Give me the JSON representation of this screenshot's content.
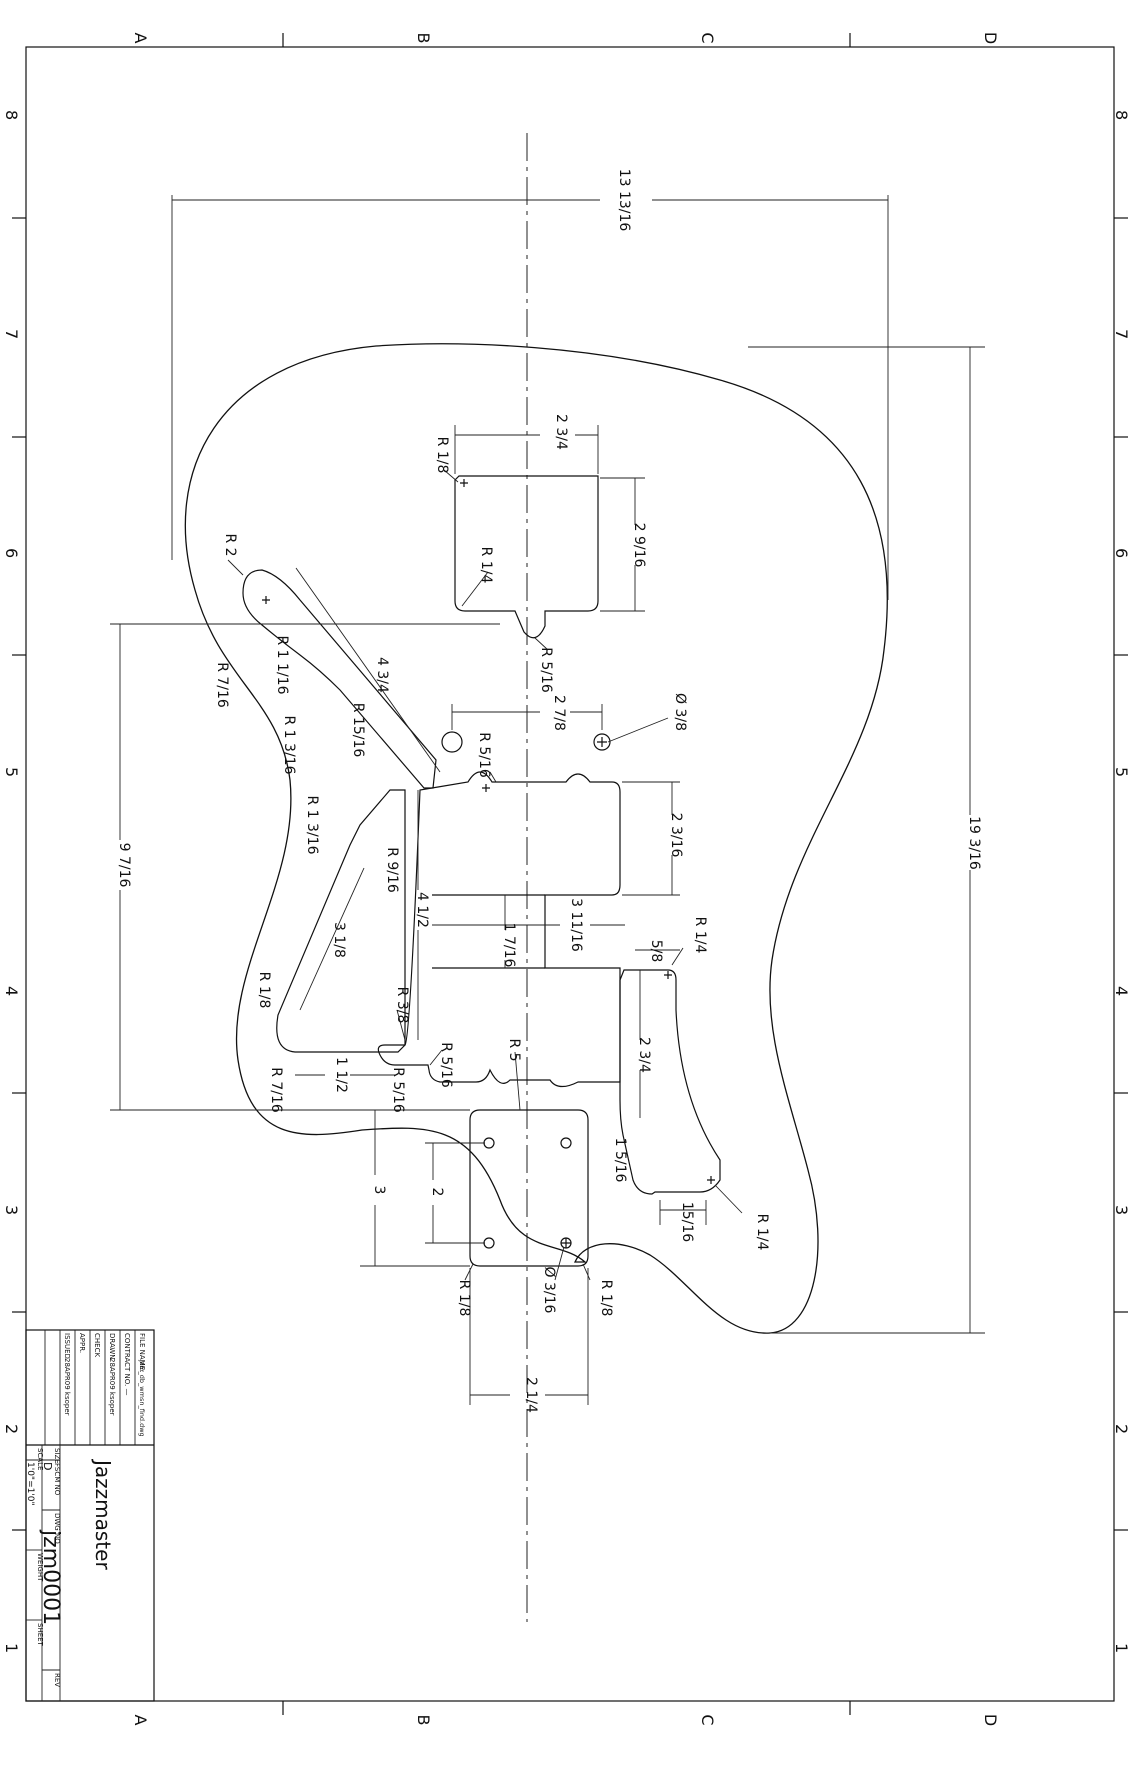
{
  "drawing": {
    "title": "Jazzmaster",
    "dwg_no": "jzm0001",
    "size": "D",
    "fscm_no": "",
    "scale": "1'0\"=1'0\"",
    "weight": "",
    "sheet": "",
    "rev": "",
    "labels": {
      "file_name": "FILE NAME:",
      "file_name_value": "jzm_db_wmsn_find.dwg",
      "contract_no": "CONTRACT NO. —",
      "drawn": "DRAWN",
      "drawn_value": "28APR09 ksoper",
      "check": "CHECK",
      "appr": "APPR.",
      "issued": "ISSUED",
      "issued_value": "28APR09 ksoper",
      "size": "SIZE",
      "fscm": "FSCM NO",
      "dwg": "DWG NO",
      "scale": "SCALE",
      "weight": "WEIGHT",
      "sheet": "SHEET",
      "rev": "REV"
    }
  },
  "border": {
    "zones_letters": [
      "A",
      "B",
      "C",
      "D"
    ],
    "zones_numbers": [
      "8",
      "7",
      "6",
      "5",
      "4",
      "3",
      "2",
      "1"
    ]
  },
  "dimensions": {
    "d1": "13 13/16",
    "d2": "19 3/16",
    "d3": "9 7/16",
    "d4": "2 3/4",
    "d5": "2 9/16",
    "d6": "R 1/8",
    "d7": "R 1/4",
    "d8": "R 5/16",
    "d9": "R 2",
    "d10": "4 3/4",
    "d11": "R 1 1/16",
    "d12": "R 7/16",
    "d13": "R 1 3/16",
    "d14": "R 15/16",
    "d15": "2 7/8",
    "d16": "Ø 3/8",
    "d17": "R 5/16",
    "d18": "2 3/16",
    "d19": "R 1 3/16",
    "d20": "R 9/16",
    "d21": "4 1/2",
    "d22": "3 11/16",
    "d23": "1 7/16",
    "d24": "3 1/8",
    "d25": "5/8",
    "d26": "R 1/4",
    "d27": "R 1/8",
    "d28": "R 3/8",
    "d29": "2 3/4",
    "d30": "R 5",
    "d31": "R 5/16",
    "d32": "1 1/2",
    "d33": "R 7/16",
    "d34": "R 5/16",
    "d35": "3",
    "d36": "2",
    "d37": "1 5/16",
    "d38": "15/16",
    "d39": "R 1/4",
    "d40": "R 1/8",
    "d41": "Ø 3/16",
    "d42": "R 1/8",
    "d43": "2 1/4"
  }
}
